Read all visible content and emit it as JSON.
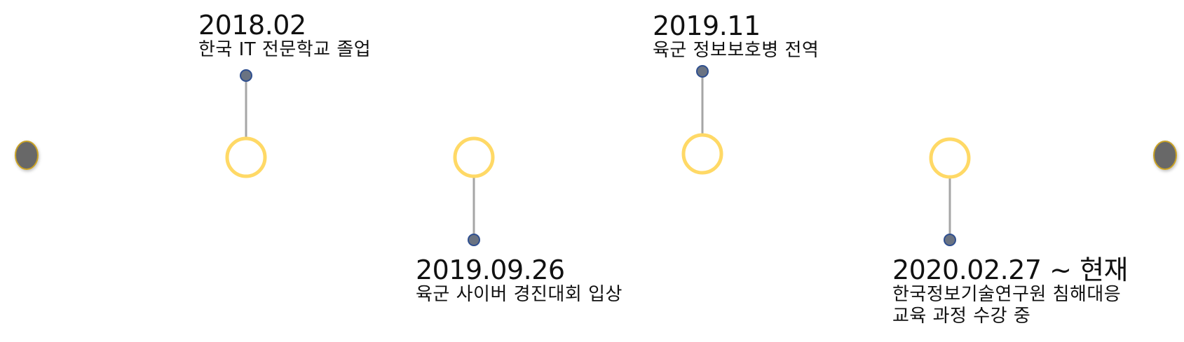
{
  "colors": {
    "track": "#c8c8c8",
    "milestone_ring": "#ffd966",
    "milestone_fill": "#ffffff",
    "stem": "#a6a6a6",
    "dot_fill": "#6a7382",
    "dot_stroke": "#2f4f8f",
    "endcap_fill": "#676767",
    "endcap_stroke": "#c9a227",
    "text": "#111111"
  },
  "events": [
    {
      "date": "2018.02",
      "description": [
        "한국 IT 전문학교 졸업"
      ]
    },
    {
      "date": "2019.09.26",
      "description": [
        "육군 사이버 경진대회 입상"
      ]
    },
    {
      "date": "2019.11",
      "description": [
        "육군 정보보호병 전역"
      ]
    },
    {
      "date": "2020.02.27 ~ 현재",
      "description": [
        "한국정보기술연구원 침해대응",
        "교육 과정 수강 중"
      ]
    }
  ]
}
